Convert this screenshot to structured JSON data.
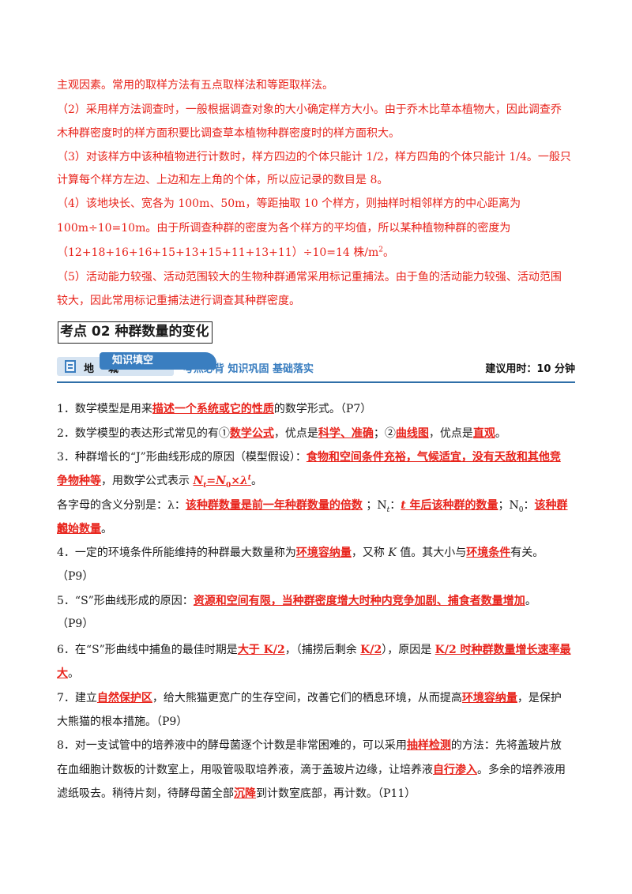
{
  "intro": {
    "p0": "主观因素。常用的取样方法有五点取样法和等距取样法。",
    "p1a": "（2）采用样方法调查时，一般根据调查对象的大小确定样方大小。由于乔木比草本植物大，因此调查乔",
    "p1b": "木种群密度时的样方面积要比调查草本植物种群密度时的样方面积大。",
    "p2a": "（3）对该样方中该种植物进行计数时，样方四边的个体只能计 1/2，样方四角的个体只能计 1/4。一般只",
    "p2b": "计算每个样方左边、上边和左上角的个体，所以应记录的数目是 8。",
    "p3a": "（4）该地块长、宽各为 100m、50m，等距抽取 10 个样方，则抽样时相邻样方的中心距离为",
    "p3b": "100m÷10=10m。由于所调查种群的密度为各个样方的平均值，所以某种植物种群的密度为",
    "p3c_main": "（12+18+16+16+15+13+15+11+13+11）÷10=14 株/m",
    "p3c_sup": "2",
    "p3c_end": "。",
    "p4a": "（5）活动能力较强、活动范围较大的生物种群通常采用标记重捕法。由于鱼的活动能力较强、活动范围",
    "p4b": "较大，因此常用标记重捕法进行调查其种群密度。"
  },
  "section": {
    "title": "考点 02   种群数量的变化"
  },
  "banner": {
    "flag": "知识填空",
    "dingcheng": "地城",
    "subtitle": "考点必背  知识巩固  基础落实",
    "time": "建议用时：10 分钟"
  },
  "items": {
    "i1_pre": "1．数学模型是用来",
    "i1_ans": "描述一个系统或它的性质",
    "i1_post": "的数学形式。（P7）",
    "i2_pre": "2．数学模型的表达形式常见的有①",
    "i2_a1": "数学公式",
    "i2_m1": "，优点是",
    "i2_a2": "科学、准确",
    "i2_m2": "；②",
    "i2_a3": "曲线图",
    "i2_m3": "，优点是",
    "i2_a4": "直观",
    "i2_post": "。",
    "i3_pre": "3．种群增长的“J”形曲线形成的原因（模型假设）：",
    "i3_ans1": "食物和空间条件充裕，气候适宜，没有天敌和其他竞",
    "i3_ans2": "争物种等",
    "i3_mid": "，用数学公式表示 ",
    "i3_f_N": "N",
    "i3_f_t": "t",
    "i3_f_eq": "=",
    "i3_f_N0": "N",
    "i3_f_0": "0",
    "i3_f_x": "×",
    "i3_f_l": "λ",
    "i3_f_tsup": "t",
    "i3_post": "。",
    "i3b_pre": "各字母的含义分别是：λ：",
    "i3b_a1": "该种群数量是前一年种群数量的倍数",
    "i3b_m1": "  ；N",
    "i3b_m1sub": "t",
    "i3b_m1b": "：",
    "i3b_a2t": "t",
    "i3b_a2": " 年后该种群的数量",
    "i3b_m2": "；N",
    "i3b_m2sub": "0",
    "i3b_m2b": "：",
    "i3b_a3a": "该种群的",
    "i3b_a3b": "起始数量",
    "i3b_post": "。",
    "i4_pre": "4．一定的环境条件所能维持的种群最大数量称为",
    "i4_a1": "环境容纳量",
    "i4_m1": "，又称 ",
    "i4_K": "K",
    "i4_m2": " 值。其大小与",
    "i4_a2": "环境条件",
    "i4_post": "有关。",
    "i4_ref": "（P9）",
    "i5_pre": "5．“S”形曲线形成的原因：",
    "i5_ans": "资源和空间有限，当种群密度增大时种内竞争加剧、捕食者数量增加",
    "i5_post": "。",
    "i5_ref": "（P9）",
    "i6_pre": "6．在“S”形曲线中捕鱼的最佳时期是",
    "i6_a1": "大于 K/2",
    "i6_m1": "，（捕捞后剩余 ",
    "i6_a2": "K/2",
    "i6_m2": "），原因是 ",
    "i6_a3a": "K/2 时种群数量增长速率最",
    "i6_a3b": "大",
    "i6_post": "。",
    "i7_pre": "7．建立",
    "i7_a1": "自然保护区",
    "i7_m1": "，给大熊猫更宽广的生存空间，改善它们的栖息环境，从而提高",
    "i7_a2": "环境容纳量",
    "i7_m2": "，是保护",
    "i7b": "大熊猫的根本措施。（P9）",
    "i8_pre": "8．对一支试管中的培养液中的酵母菌逐个计数是非常困难的，可以采用",
    "i8_a1": "抽样检测",
    "i8_m1": "的方法：先将盖玻片放",
    "i8b_pre": "在血细胞计数板的计数室上，用吸管吸取培养液，滴于盖玻片边缘，让培养液",
    "i8b_a2": "自行渗入",
    "i8b_post": "。多余的培养液用",
    "i8c_pre": "滤纸吸去。稍待片刻，待酵母菌全部",
    "i8c_a3": "沉降",
    "i8c_post": "到计数室底部，再计数。（P11）"
  }
}
